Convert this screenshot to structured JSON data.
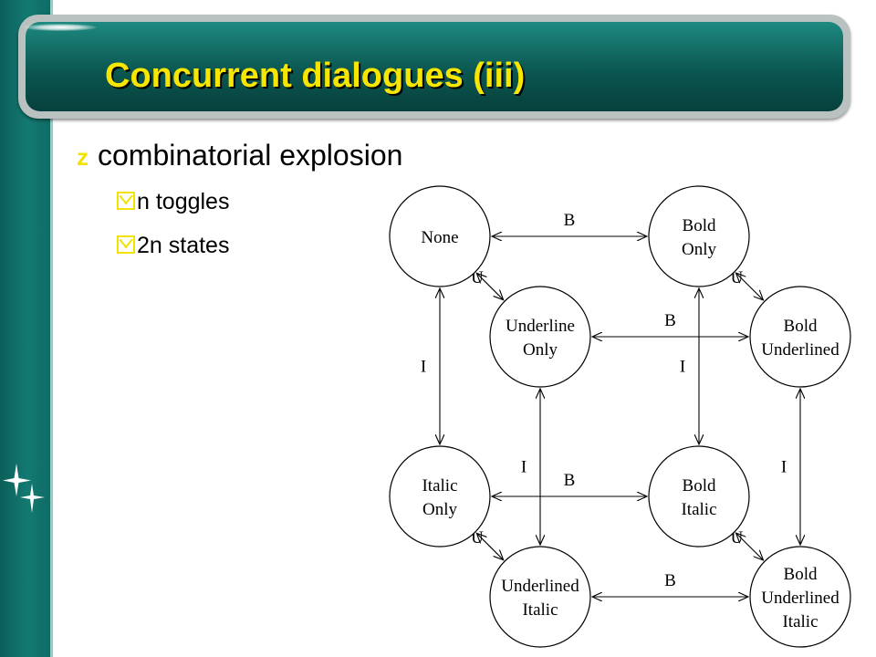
{
  "slide": {
    "title": "Concurrent dialogues (iii)",
    "bullet_marker": "z",
    "bullet": "combinatorial explosion",
    "sub_bullets": [
      "n toggles",
      "2n states"
    ]
  },
  "diagram": {
    "nodes": [
      {
        "id": "none",
        "lines": [
          "None"
        ]
      },
      {
        "id": "bold-only",
        "lines": [
          "Bold",
          "Only"
        ]
      },
      {
        "id": "underline-only",
        "lines": [
          "Underline",
          "Only"
        ]
      },
      {
        "id": "bold-underlined",
        "lines": [
          "Bold",
          "Underlined"
        ]
      },
      {
        "id": "italic-only",
        "lines": [
          "Italic",
          "Only"
        ]
      },
      {
        "id": "bold-italic",
        "lines": [
          "Bold",
          "Italic"
        ]
      },
      {
        "id": "underlined-italic",
        "lines": [
          "Underlined",
          "Italic"
        ]
      },
      {
        "id": "bold-underlined-italic",
        "lines": [
          "Bold",
          "Underlined",
          "Italic"
        ]
      }
    ],
    "edges": [
      {
        "from": "none",
        "to": "bold-only",
        "label": "B"
      },
      {
        "from": "underline-only",
        "to": "bold-underlined",
        "label": "B"
      },
      {
        "from": "italic-only",
        "to": "bold-italic",
        "label": "B"
      },
      {
        "from": "underlined-italic",
        "to": "bold-underlined-italic",
        "label": "B"
      },
      {
        "from": "none",
        "to": "underline-only",
        "label": "U"
      },
      {
        "from": "bold-only",
        "to": "bold-underlined",
        "label": "U"
      },
      {
        "from": "italic-only",
        "to": "underlined-italic",
        "label": "U"
      },
      {
        "from": "bold-italic",
        "to": "bold-underlined-italic",
        "label": "U"
      },
      {
        "from": "none",
        "to": "italic-only",
        "label": "I"
      },
      {
        "from": "bold-only",
        "to": "bold-italic",
        "label": "I"
      },
      {
        "from": "underline-only",
        "to": "underlined-italic",
        "label": "I"
      },
      {
        "from": "bold-underlined",
        "to": "bold-underlined-italic",
        "label": "I"
      }
    ]
  },
  "colors": {
    "teal_dark": "#07403c",
    "teal_light": "#1d8a80",
    "title_yellow": "#f7e700",
    "bullet_yellow": "#f2e200"
  },
  "icons": {
    "bullet_level1": "z-bullet-icon",
    "bullet_level2": "checkbox-icon",
    "decoration": "sparkle-icon"
  }
}
